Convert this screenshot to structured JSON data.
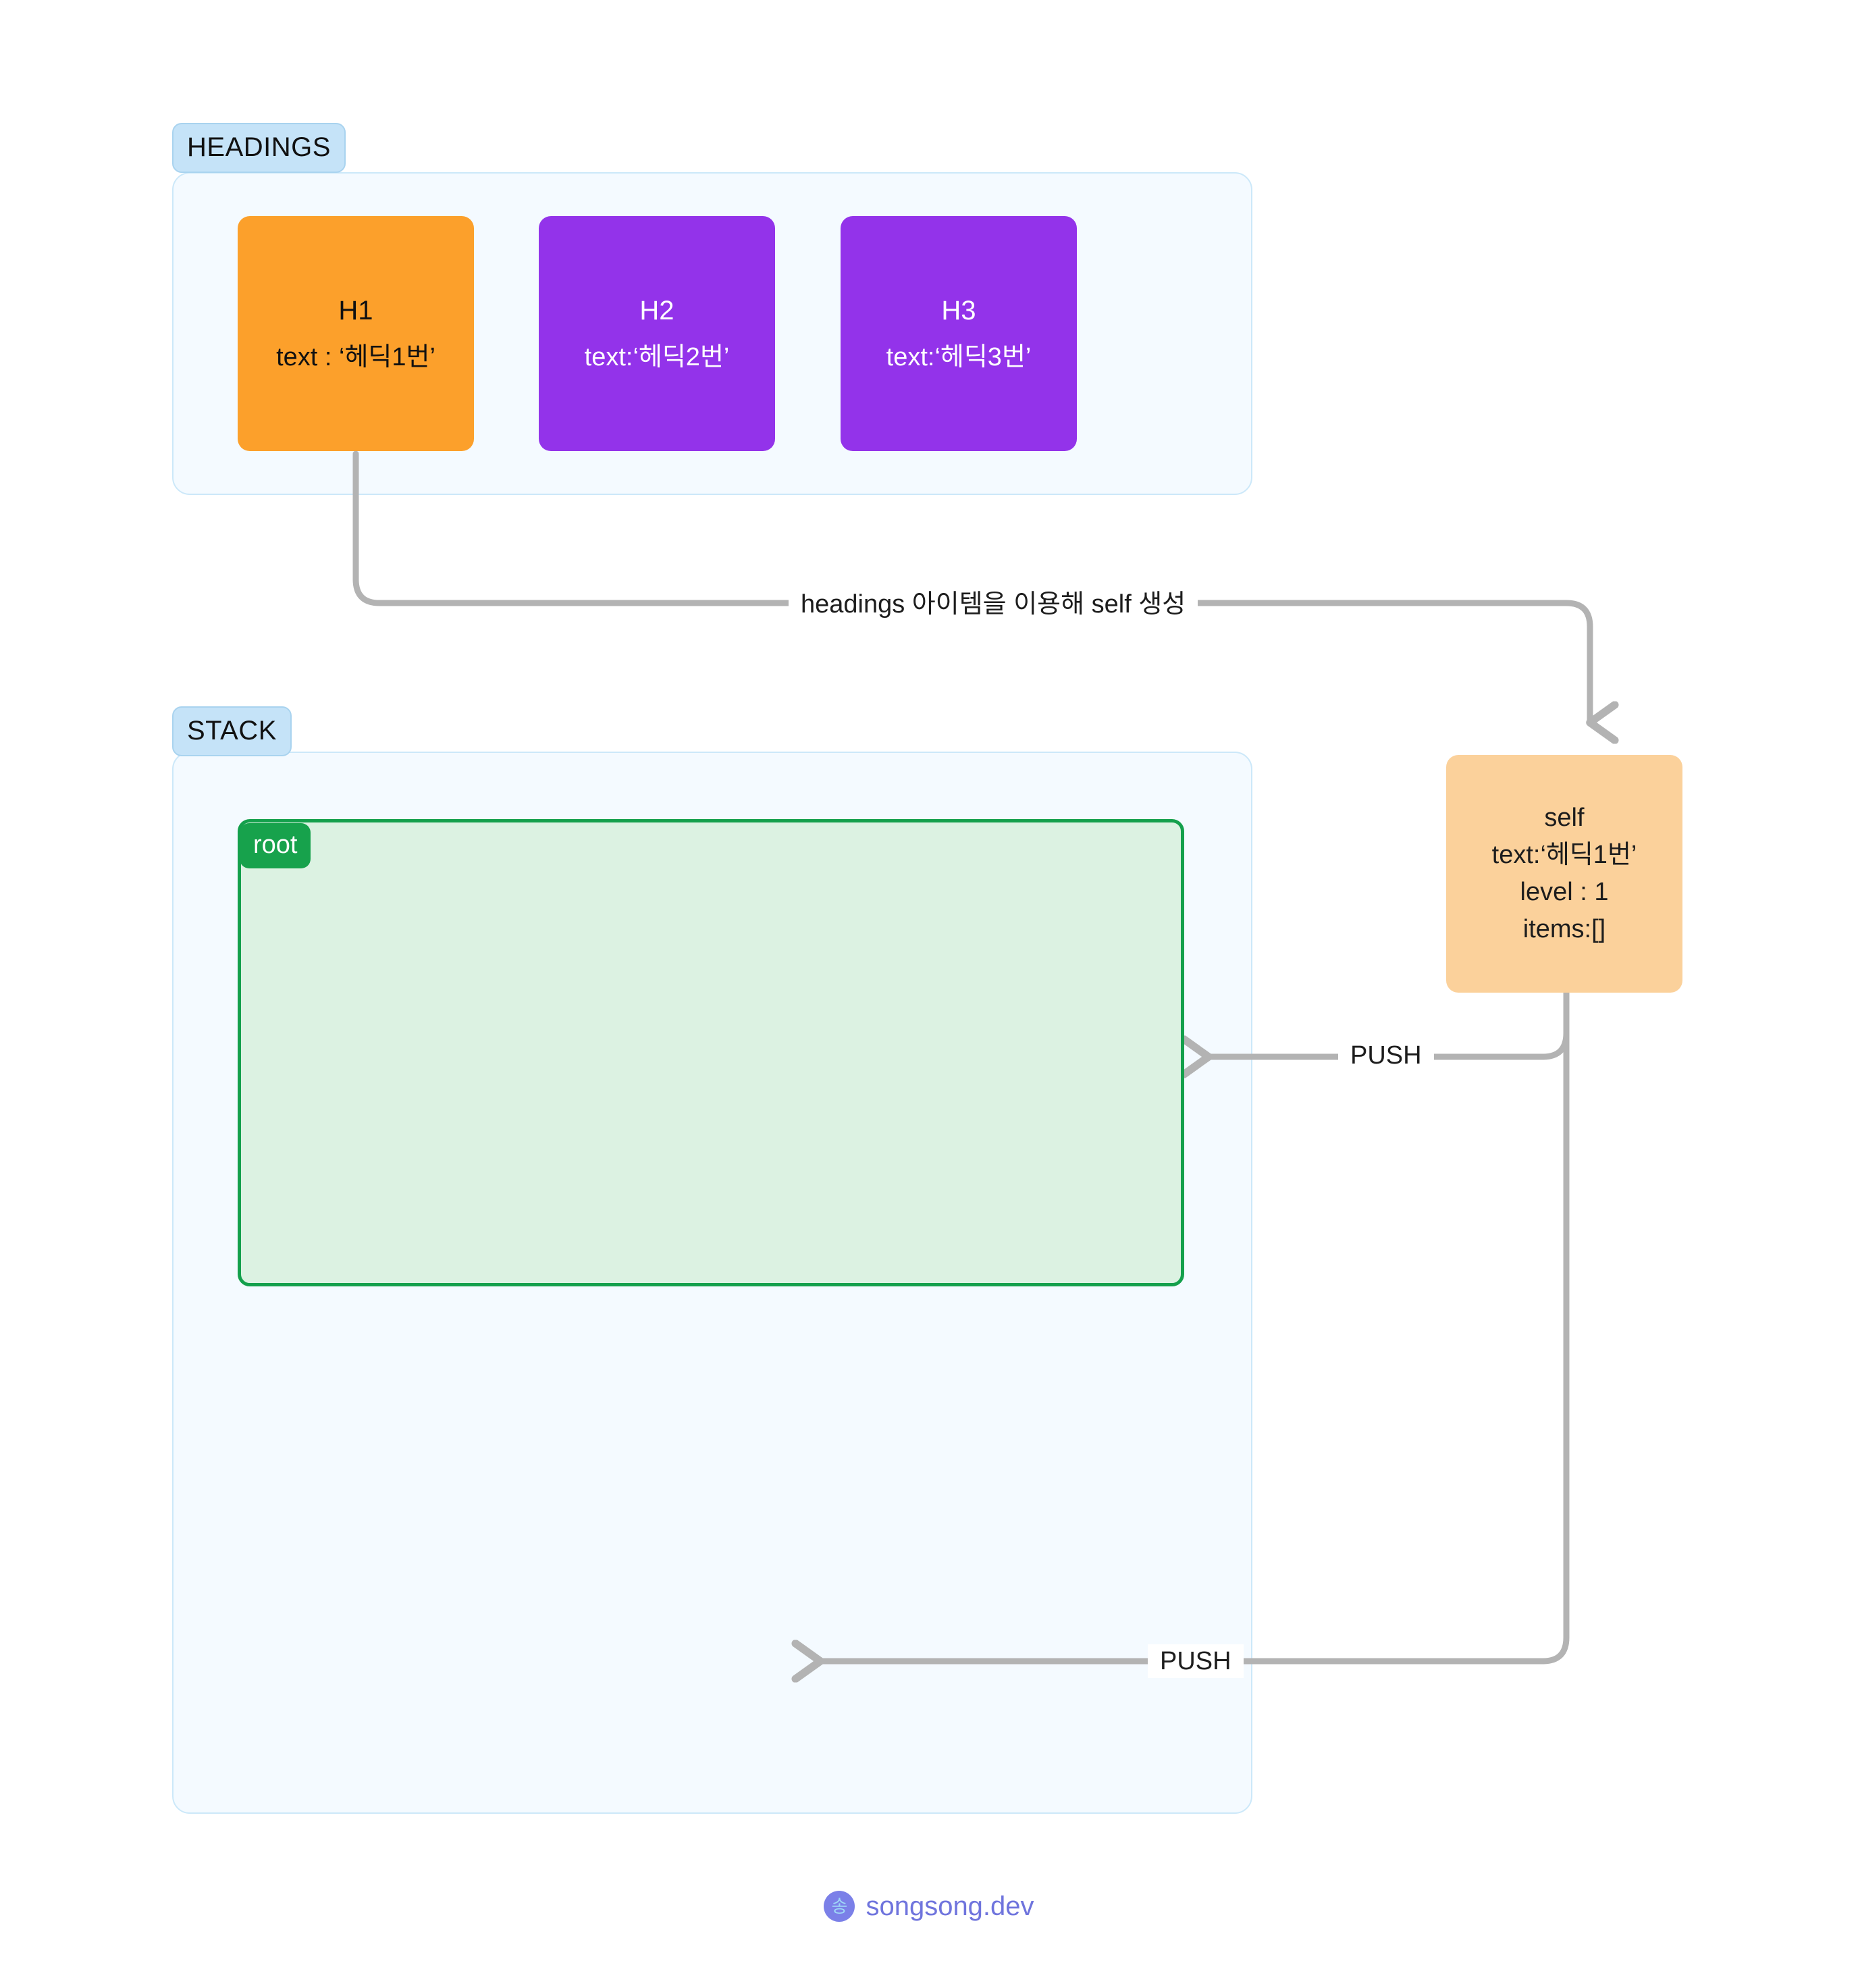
{
  "sections": {
    "headings": {
      "badge": "HEADINGS"
    },
    "stack": {
      "badge": "STACK"
    }
  },
  "headings": {
    "cards": [
      {
        "title": "H1",
        "subtitle": "text : ‘헤딕1번’",
        "color": "#FCA02B",
        "text_color": "#111111"
      },
      {
        "title": "H2",
        "subtitle": "text:‘헤딕2번’",
        "color": "#9333EA",
        "text_color": "#FFFFFF"
      },
      {
        "title": "H3",
        "subtitle": "text:‘헤딕3번’",
        "color": "#9333EA",
        "text_color": "#FFFFFF"
      }
    ]
  },
  "stack": {
    "root_badge": "root"
  },
  "self_node": {
    "title": "self",
    "line_text": "text:‘헤딕1번’",
    "line_level": "level : 1",
    "line_items": "items:[]",
    "color": "#FBD19B"
  },
  "connectors": {
    "create_label": "headings 아이템을 이용해 self 생성",
    "push_label_1": "PUSH",
    "push_label_2": "PUSH",
    "line_color": "#b3b3b3"
  },
  "footer": {
    "logo_glyph": "송",
    "text": "songsong.dev",
    "color": "#6f74dd"
  }
}
